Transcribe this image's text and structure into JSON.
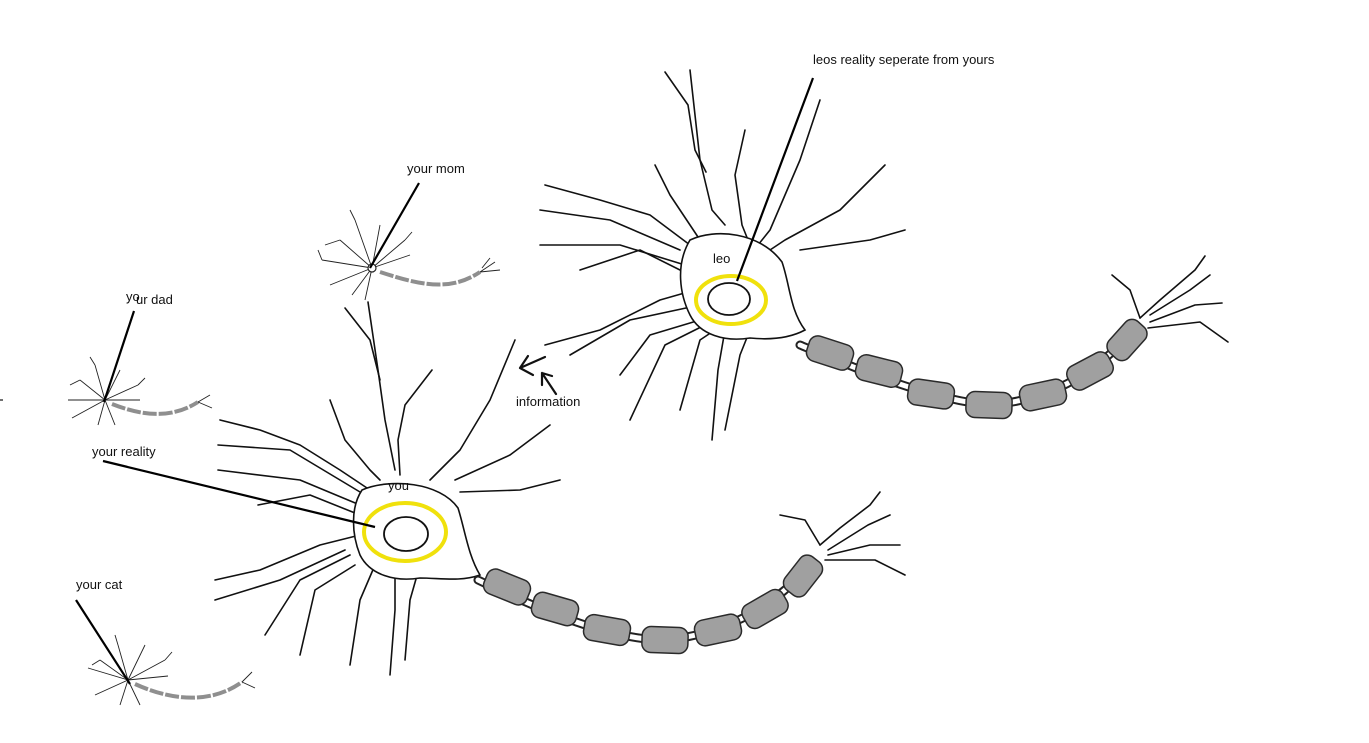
{
  "colors": {
    "highlight_ring": "#f0e10c",
    "myelin": "#a0a0a0",
    "line": "#111111"
  },
  "labels": {
    "leo_reality": "leos reality seperate from yours",
    "leo": "leo",
    "your_mom": "your mom",
    "your_dad_part1": "yo",
    "your_dad_part2": "ur dad",
    "information": "information",
    "your_reality": "your reality",
    "you": "you",
    "your_cat": "your cat"
  }
}
